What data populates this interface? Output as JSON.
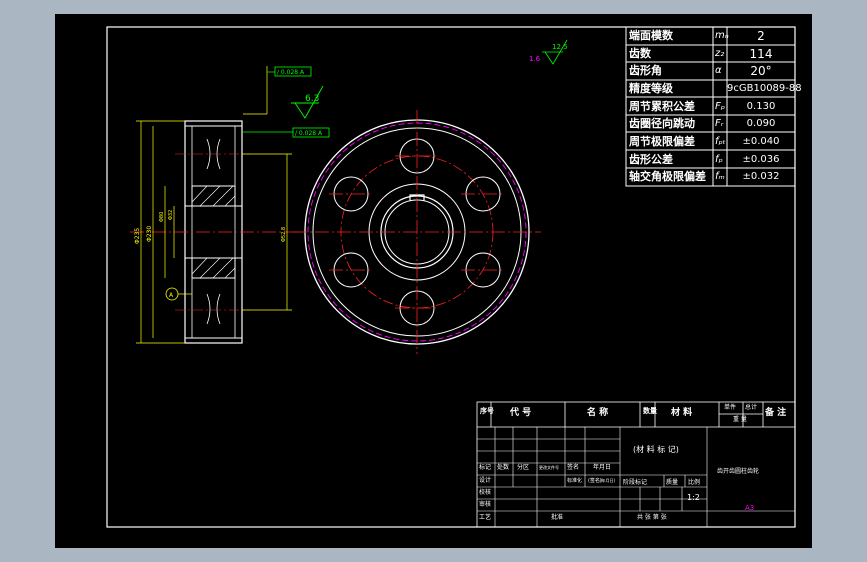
{
  "colors": {
    "background": "#abb6c3",
    "sheet": "#000000",
    "frame": "#ffffff",
    "center_line": "#ff2020",
    "hidden_line": "#ff00ff",
    "dimension": "#ffff00",
    "annotation": "#00ff00",
    "roughness": "#ffffff"
  },
  "param_table": {
    "rows": [
      {
        "label": "端面模数",
        "symbol": "mₙ",
        "value": "2"
      },
      {
        "label": "齿数",
        "symbol": "z₂",
        "value": "114"
      },
      {
        "label": "齿形角",
        "symbol": "α",
        "value": "20°"
      },
      {
        "label": "精度等级",
        "symbol": "",
        "value": "9cGB10089-88"
      },
      {
        "label": "周节累积公差",
        "symbol": "Fₚ",
        "value": "0.130"
      },
      {
        "label": "齿圈径向跳动",
        "symbol": "Fᵣ",
        "value": "0.090"
      },
      {
        "label": "周节极限偏差",
        "symbol": "fₚₜ",
        "value": "±0.040"
      },
      {
        "label": "齿形公差",
        "symbol": "fₚ",
        "value": "±0.036"
      },
      {
        "label": "轴交角极限偏差",
        "symbol": "fₘ",
        "value": "±0.032"
      }
    ]
  },
  "annotations": {
    "tolerance_frame_1": "/ 0.028 A",
    "tolerance_frame_2": "/ 0.028 A",
    "roughness_main": "6.3",
    "roughness_corner": "12.5",
    "corner_mark": "1.6",
    "datum": "A",
    "dim_outer": "Φ235",
    "dim_root": "Φ230",
    "dim_hub": "Φ80",
    "dim_bore": "Φ32",
    "dim_bore_right": "Φ52.8"
  },
  "title_block": {
    "header": [
      "序号",
      "代 号",
      "名 称",
      "数量",
      "材 料",
      "单件",
      "总计",
      "备 注",
      "重 量"
    ],
    "material_note": "(材 料 标 记)",
    "part_name": "齿开齿圆柱齿轮",
    "revision_labels": [
      "标记",
      "处数",
      "分区",
      "更改文件号",
      "签名",
      "年月日"
    ],
    "role_labels": [
      "设计",
      "审核",
      "工艺",
      "校核",
      "批准"
    ],
    "standardize": "标准化",
    "signature": "(签名)",
    "date": "(年月日)",
    "stage": "阶段标记",
    "weight": "质量",
    "scale_label": "比例",
    "scale": "1:2",
    "sheet_info": "共 张 第 张",
    "format": "A3"
  }
}
